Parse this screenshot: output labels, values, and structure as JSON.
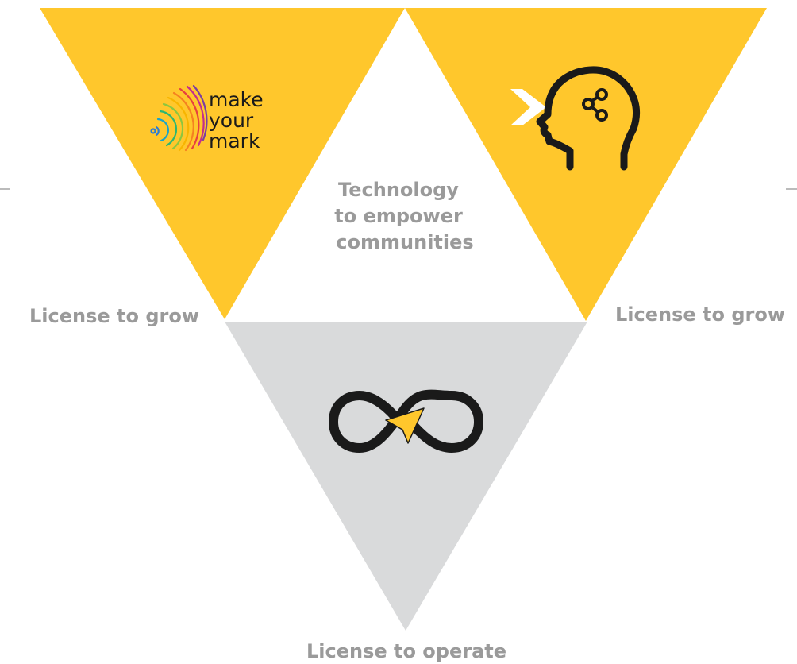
{
  "diagram": {
    "center_label": [
      "Technology",
      "to empower",
      "communities"
    ],
    "left_label": "License to grow",
    "right_label": "License to grow",
    "bottom_label": "License to operate",
    "logo": {
      "lines": [
        "make",
        "your",
        "mark"
      ],
      "icon": "fingerprint-rainbow-icon"
    },
    "right_icon": "head-with-share-nodes-icon",
    "bottom_icon": "infinity-arrow-icon"
  },
  "colors": {
    "yellow": "#FFC72C",
    "grey": "#D9DADB",
    "label": "#9A9A9A",
    "dark": "#1A1A1A",
    "white": "#FFFFFF"
  }
}
